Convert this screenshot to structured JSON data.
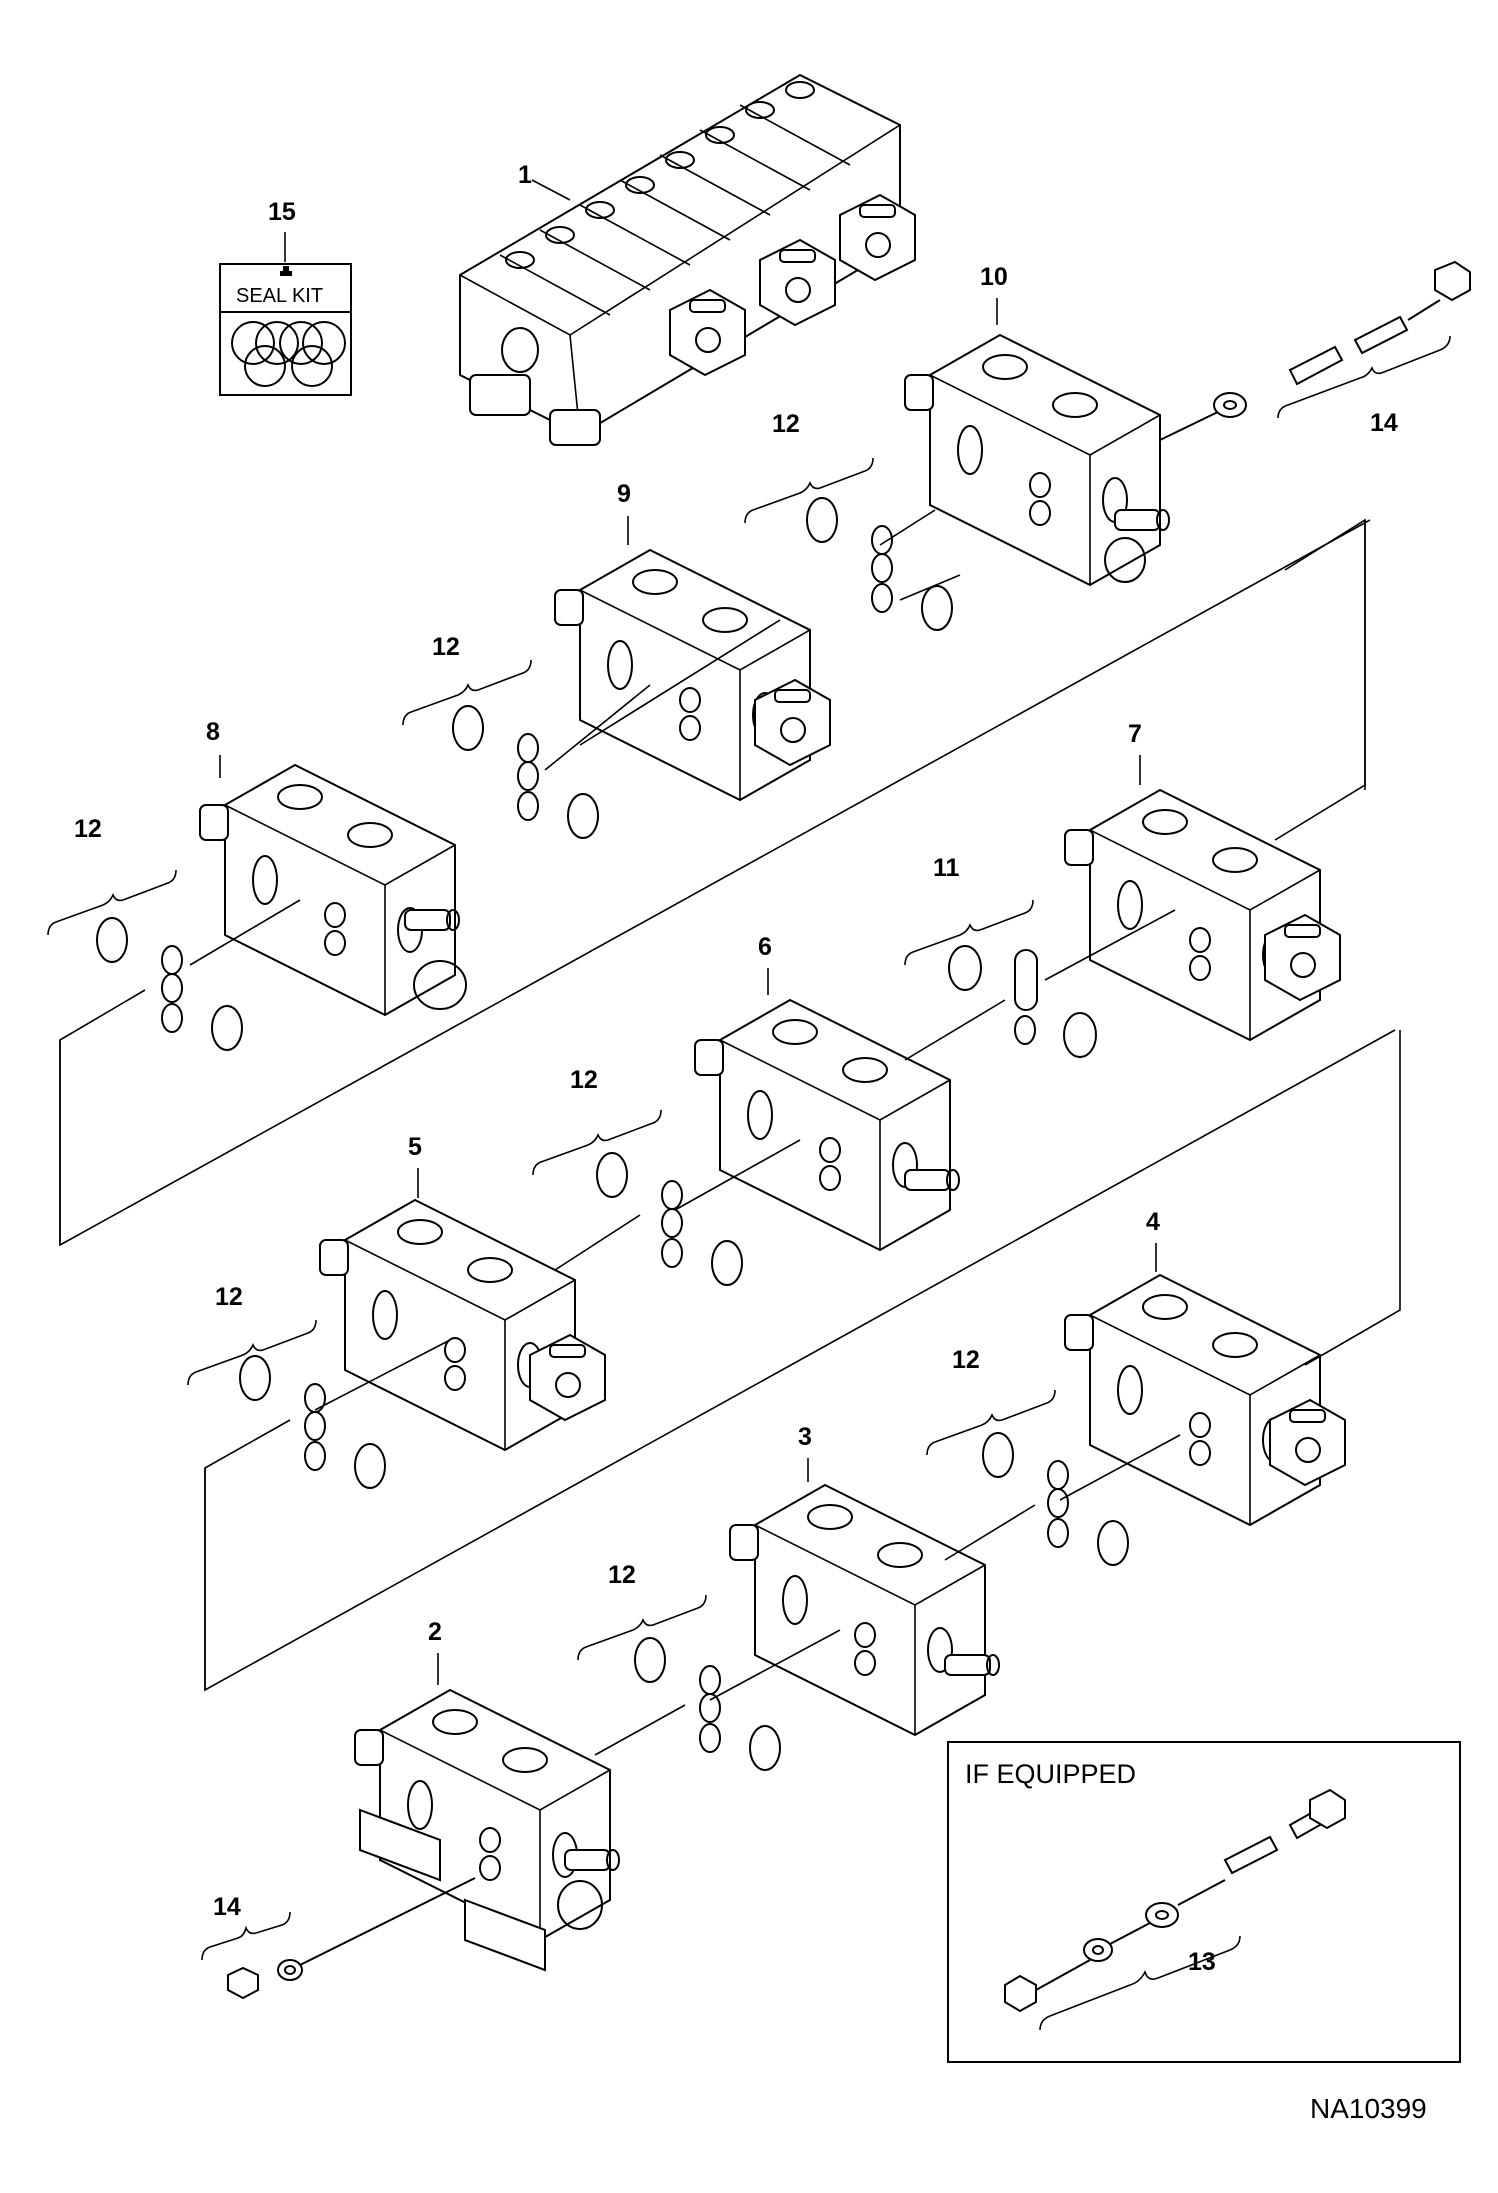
{
  "diagram": {
    "figure_id": "NA10399",
    "seal_kit_label": "SEAL KIT",
    "if_equipped_label": "IF EQUIPPED",
    "callouts": {
      "c1": "1",
      "c2": "2",
      "c3": "3",
      "c4": "4",
      "c5": "5",
      "c6": "6",
      "c7": "7",
      "c8": "8",
      "c9": "9",
      "c10": "10",
      "c11": "11",
      "c13": "13",
      "c14_top": "14",
      "c14_bottom": "14",
      "c15": "15",
      "c12_a": "12",
      "c12_b": "12",
      "c12_c": "12",
      "c12_d": "12",
      "c12_e": "12",
      "c12_f": "12",
      "c12_g": "12"
    }
  }
}
